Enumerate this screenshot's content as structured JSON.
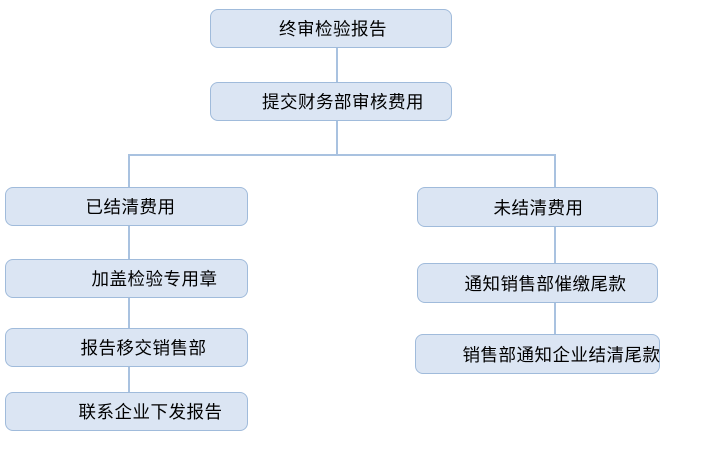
{
  "flowchart": {
    "nodes": {
      "final_report": "终审检验报告",
      "submit_finance": "提交财务部审核费用",
      "fees_settled": "已结清费用",
      "stamp_seal": "加盖检验专用章",
      "report_to_sales": "报告移交销售部",
      "contact_enterprise": "联系企业下发报告",
      "fees_unsettled": "未结清费用",
      "notify_sales_dept": "通知销售部催缴尾款",
      "sales_notify_enterprise": "销售部通知企业结清尾款"
    },
    "edges": [
      {
        "from": "final_report",
        "to": "submit_finance"
      },
      {
        "from": "submit_finance",
        "to": "fees_settled"
      },
      {
        "from": "submit_finance",
        "to": "fees_unsettled"
      },
      {
        "from": "fees_settled",
        "to": "stamp_seal"
      },
      {
        "from": "stamp_seal",
        "to": "report_to_sales"
      },
      {
        "from": "report_to_sales",
        "to": "contact_enterprise"
      },
      {
        "from": "fees_unsettled",
        "to": "notify_sales_dept"
      },
      {
        "from": "notify_sales_dept",
        "to": "sales_notify_enterprise"
      }
    ],
    "theme": {
      "node_fill": "#dbe5f3",
      "node_border": "#a0bbdb",
      "connector_color": "#a9c2e0",
      "text_color": "#000000",
      "background": "#ffffff"
    }
  }
}
